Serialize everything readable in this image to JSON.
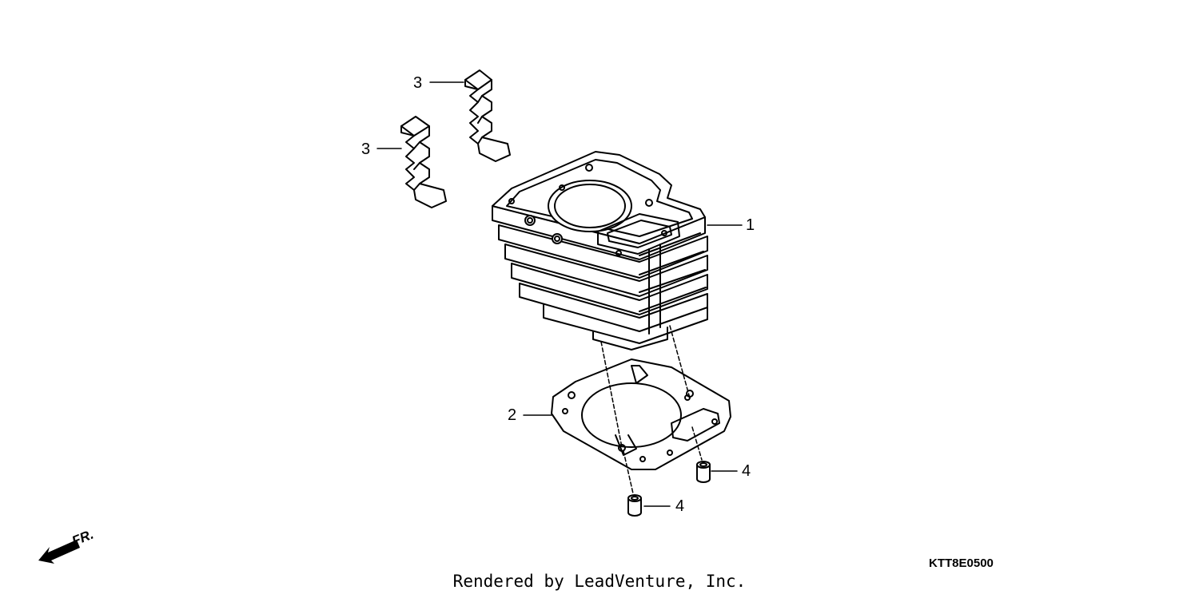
{
  "diagram": {
    "callouts": [
      {
        "number": "3",
        "part": "upper-fin-damper"
      },
      {
        "number": "3",
        "part": "lower-fin-damper"
      },
      {
        "number": "1",
        "part": "cylinder"
      },
      {
        "number": "2",
        "part": "cylinder-gasket"
      },
      {
        "number": "4",
        "part": "right-dowel-pin"
      },
      {
        "number": "4",
        "part": "left-dowel-pin"
      }
    ],
    "front_label": "FR.",
    "code": "KTT8E0500"
  },
  "footer": {
    "credit": "Rendered by LeadVenture, Inc."
  }
}
